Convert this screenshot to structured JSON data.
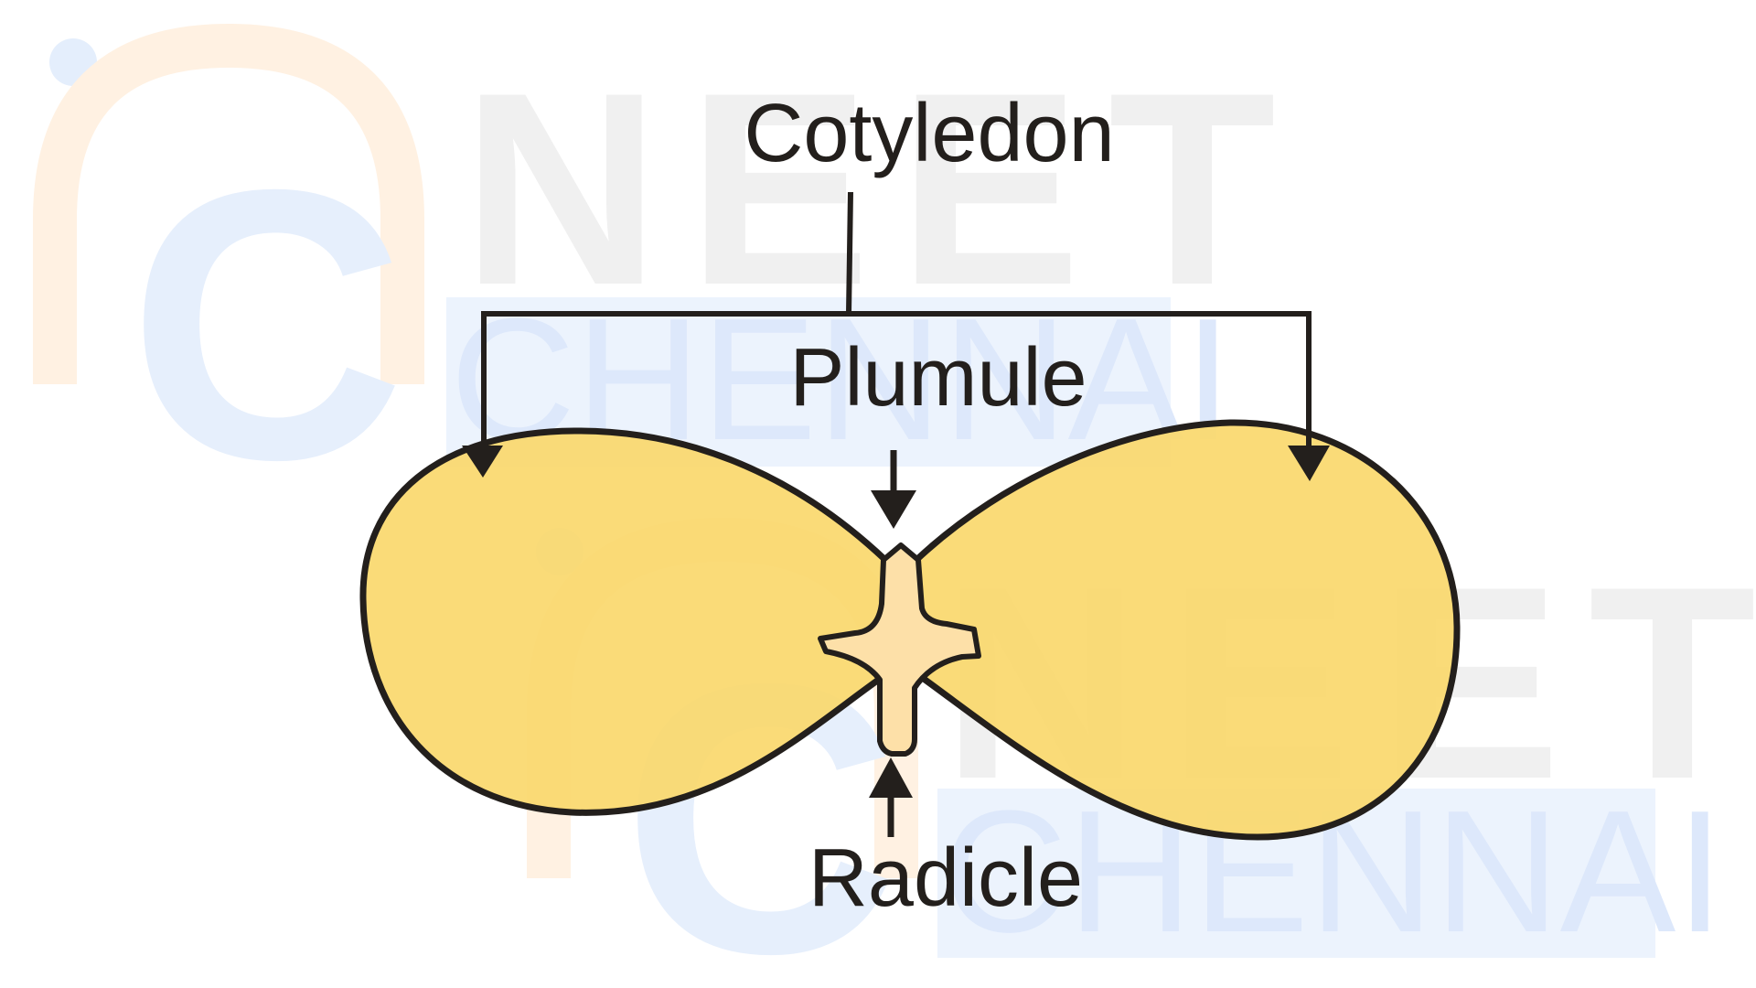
{
  "diagram": {
    "labels": {
      "cotyledon": "Cotyledon",
      "plumule": "Plumule",
      "radicle": "Radicle"
    },
    "watermark": {
      "word1": "NEET",
      "word2": "CHENNAI",
      "logo_letter": "C"
    },
    "colors": {
      "cotyledon_fill": "#fad86d",
      "embryo_fill": "#fde0a8",
      "outline": "#231f1c",
      "watermark_gray": "#eeeeee",
      "watermark_blue": "#e9f1fd",
      "watermark_orange": "#fff3e6"
    }
  }
}
